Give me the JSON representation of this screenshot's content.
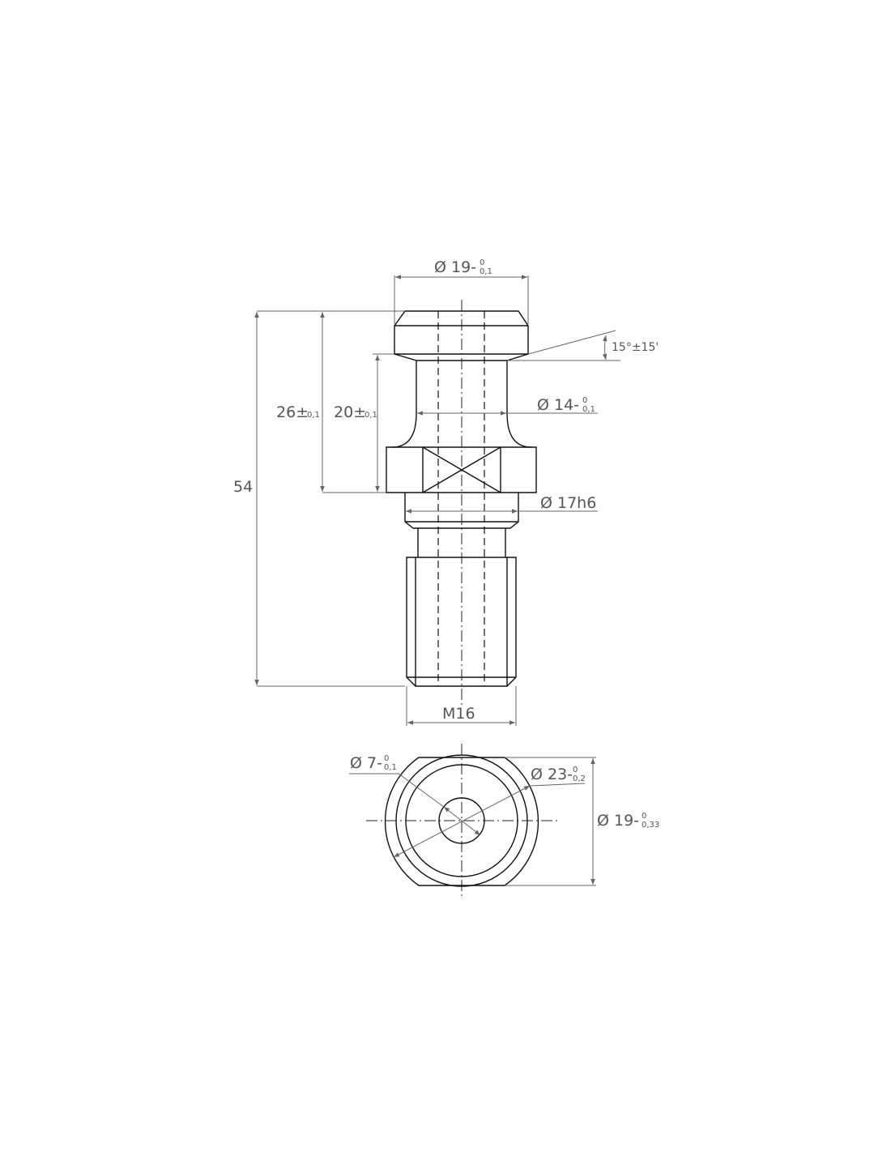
{
  "drawing": {
    "head_diameter": {
      "main": "Ø 19-",
      "upper": "0",
      "lower": "0,1"
    },
    "angle": {
      "main": "15°±15'"
    },
    "neck_diameter": {
      "main": "Ø 14-",
      "upper": "0",
      "lower": "0,1"
    },
    "collar_diameter": {
      "main": "Ø 17h6"
    },
    "length_26": {
      "main": "26",
      "sym": "±",
      "tol": "0,1"
    },
    "length_20": {
      "main": "20",
      "sym": "±",
      "tol": "0,1"
    },
    "total_length": {
      "main": "54"
    },
    "thread": {
      "main": "M16"
    },
    "bore_diameter": {
      "main": "Ø 7-",
      "upper": "0",
      "lower": "0,1"
    },
    "flange_diameter": {
      "main": "Ø 23-",
      "upper": "0",
      "lower": "0,2"
    },
    "flat_width": {
      "main": "Ø 19-",
      "upper": "0",
      "lower": "0,33"
    },
    "colors": {
      "outline": "#111111",
      "dimension": "#666666"
    }
  }
}
